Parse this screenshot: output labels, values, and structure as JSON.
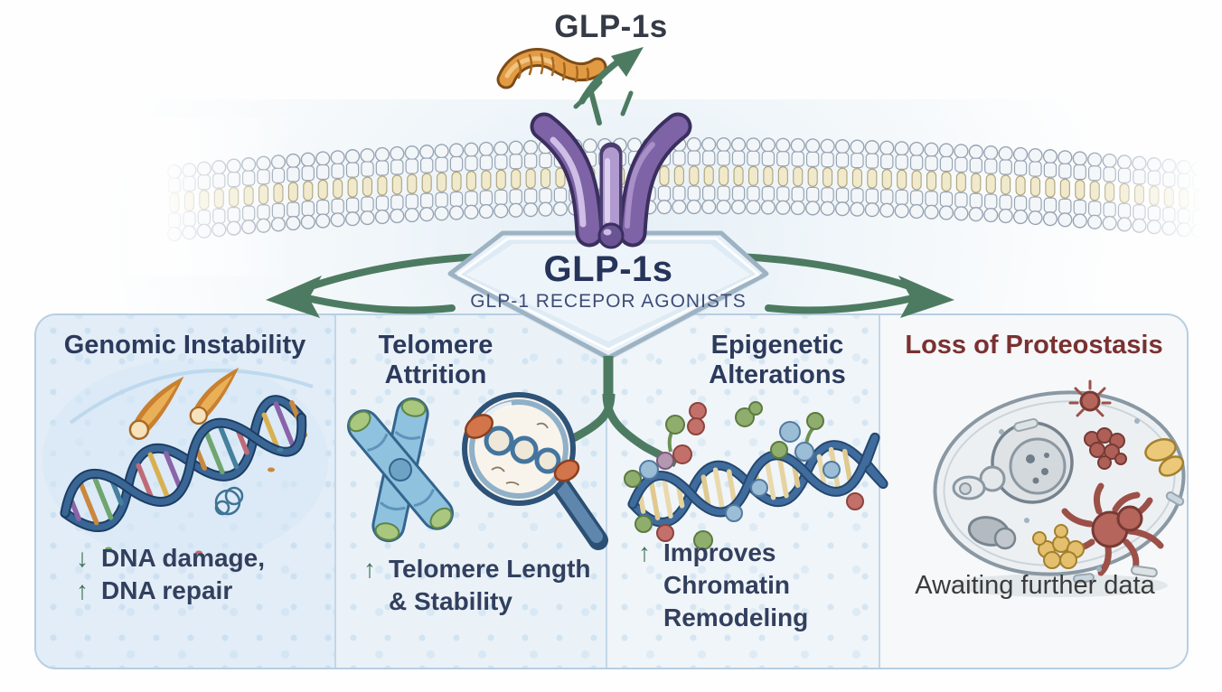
{
  "header": {
    "title": "GLP-1s"
  },
  "badge": {
    "title": "GLP-1s",
    "subtitle": "GLP-1 RECEPOR AGONISTS"
  },
  "icons": {
    "up": "↑",
    "down": "↓",
    "peptide": "glp1-peptide-icon",
    "receptor": "glp1-receptor-icon",
    "membrane": "cell-membrane-illustration"
  },
  "colors": {
    "arrow_green": "#4d7b62",
    "title_navy": "#2c3a5c",
    "proteostasis_maroon": "#7a3131",
    "receptor_purple": "#7e63a6",
    "peptide_orange": "#e29b43",
    "panel_border_blue": "#b7cee1"
  },
  "panels": [
    {
      "id": "genomic-instability",
      "title_lines": [
        "Genomic Instability"
      ],
      "illustration": "dna-helix-with-meteors",
      "effect_lines": [
        {
          "icon": "down",
          "text": "DNA damage,"
        },
        {
          "icon": "up",
          "text": "DNA repair"
        }
      ]
    },
    {
      "id": "telomere-attrition",
      "title_lines": [
        "Telomere",
        "Attrition"
      ],
      "illustration": "chromosome-with-magnifier",
      "effect_lines": [
        {
          "icon": "up",
          "text": "Telomere Length"
        },
        {
          "icon": "",
          "text": "& Stability"
        }
      ]
    },
    {
      "id": "epigenetic-alterations",
      "title_lines": [
        "Epigenetic",
        "Alterations"
      ],
      "illustration": "dna-with-epigenetic-marks",
      "effect_lines": [
        {
          "icon": "up",
          "text": "Improves"
        },
        {
          "icon": "",
          "text": "Chromatin"
        },
        {
          "icon": "",
          "text": "Remodeling"
        }
      ]
    },
    {
      "id": "loss-of-proteostasis",
      "title_lines": [
        "Loss of Proteostasis"
      ],
      "illustration": "cell-with-protein-aggregates",
      "effect_lines": [
        {
          "icon": "",
          "text": "Awaiting further data"
        }
      ]
    }
  ]
}
